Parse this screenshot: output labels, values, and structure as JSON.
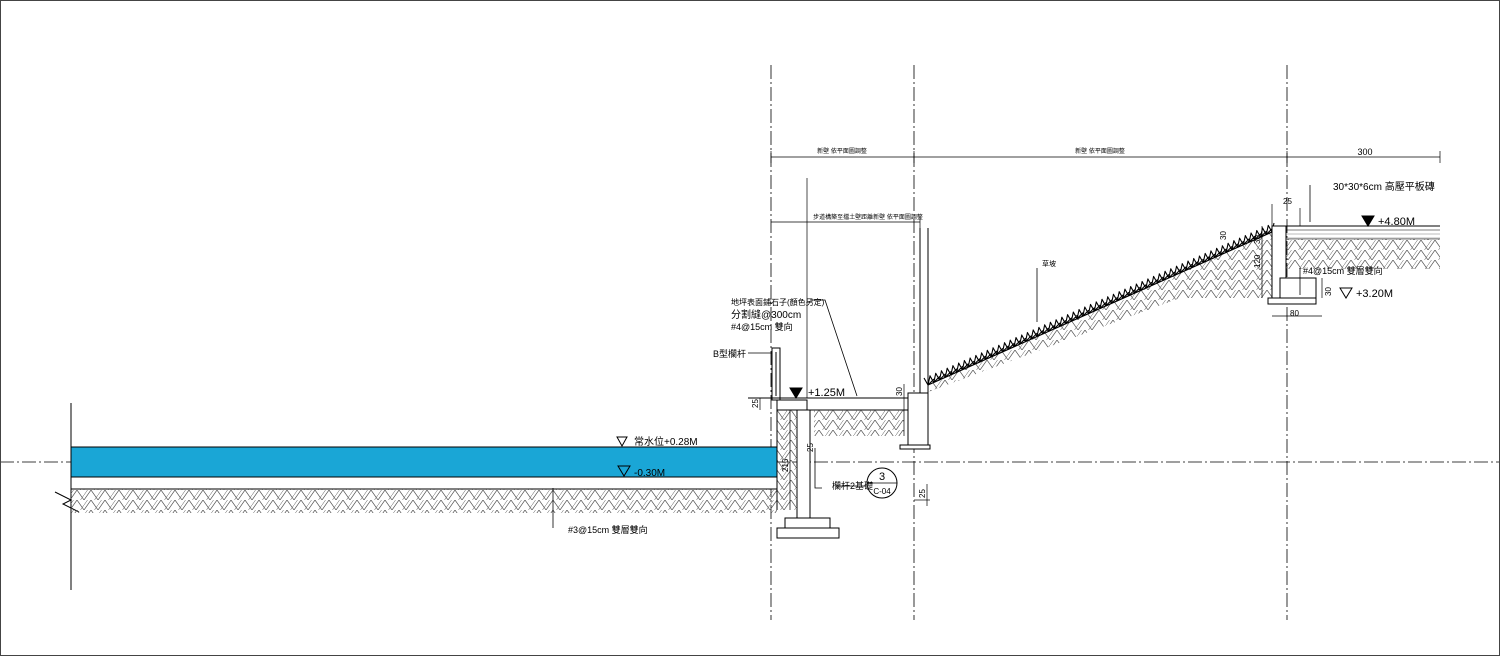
{
  "dimensions": {
    "top_left": "新壁 依平面圖調整",
    "top_right": "新壁 依平面圖調整",
    "top_far_right": "300",
    "second_row": "步道構築至擋土壁距離新壁 依平面圖調整",
    "slab_thk_left": "25",
    "wall_h_left": "215",
    "gap_small": "25",
    "slab_thk_right": "30",
    "foot_right": "25",
    "slope_top_30": "30",
    "slope_top_25": "25",
    "wall_top_30": "30",
    "right_wall_120": "120",
    "right_footing_30": "30",
    "right_footing_80": "80"
  },
  "labels": {
    "pavement_note": "地坪表面鋪石子(顏色另定)",
    "joint_note": "分割縫@300cm",
    "rebar_upper": "#4@15cm 雙向",
    "railing": "B型欄杆",
    "grass_slope": "草坡",
    "tile_note": "30*30*6cm 高壓平板磚",
    "rebar_right": "#4@15cm 雙層雙向",
    "rebar_bottom": "#3@15cm 雙層雙向",
    "foundation": "欄杆2基礎",
    "detail_number": "3",
    "detail_sheet": "C-04"
  },
  "elevations": {
    "walkway": "+1.25M",
    "normal_water": "常水位+0.28M",
    "pool_bottom": "-0.30M",
    "top_platform": "+4.80M",
    "right_footing": "+3.20M"
  },
  "colors": {
    "water": "#1aa6d6",
    "line": "#000000",
    "hatch": "#555555"
  }
}
